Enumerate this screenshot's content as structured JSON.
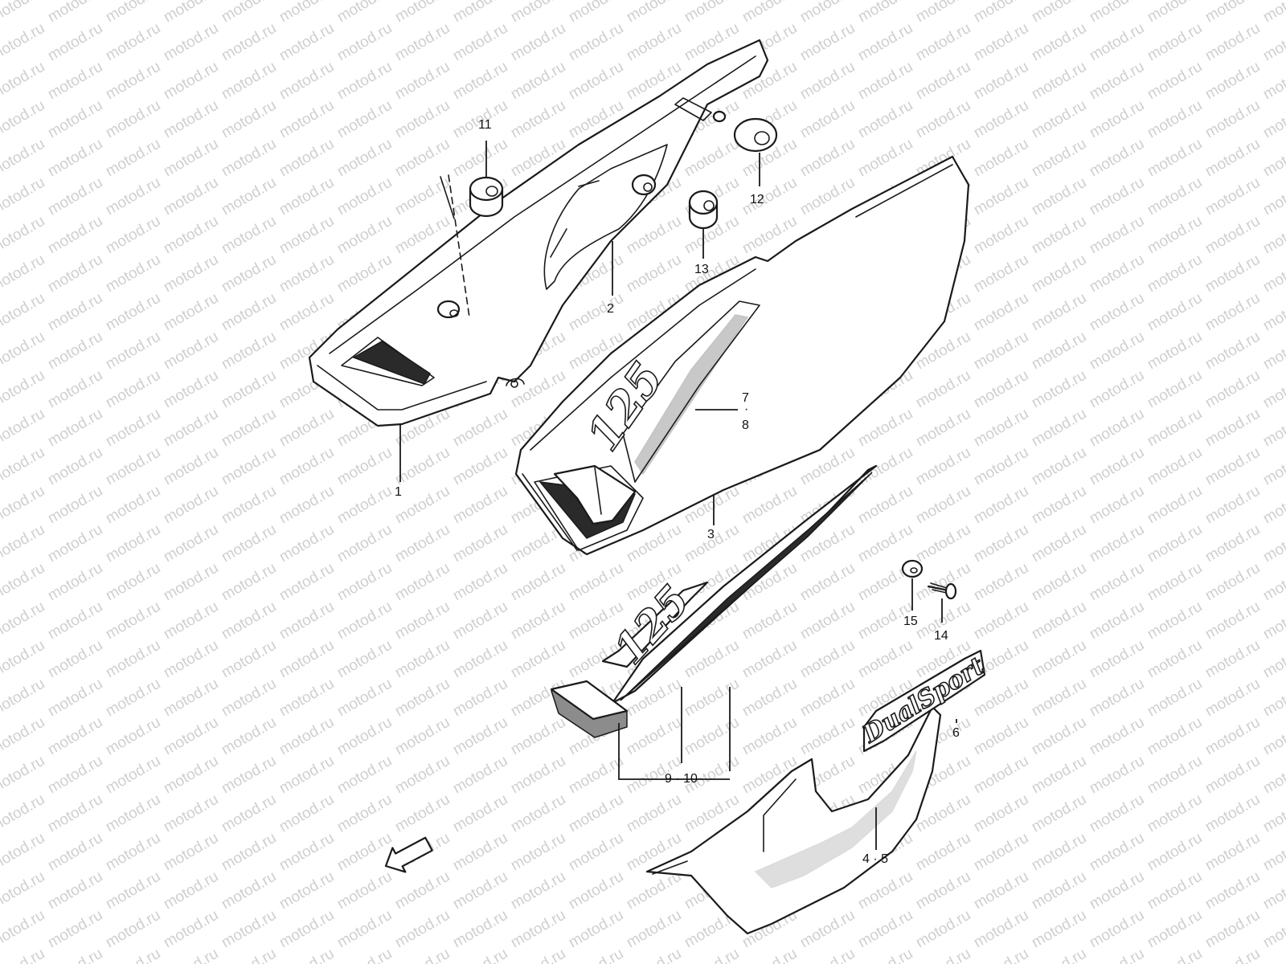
{
  "watermark": "motod.ru",
  "callouts": [
    "1",
    "2",
    "3",
    "4 · 5",
    "6",
    "7",
    "·",
    "8",
    "9 · 10",
    "11",
    "12",
    "13",
    "14",
    "15"
  ],
  "decals": {
    "number_a": "125",
    "number_b": "125",
    "brand": "DualSport"
  },
  "direction_label": "FWD",
  "colors": {
    "line": "#1a1a1a",
    "watermark": "#cfcfcf",
    "background": "#ffffff"
  }
}
